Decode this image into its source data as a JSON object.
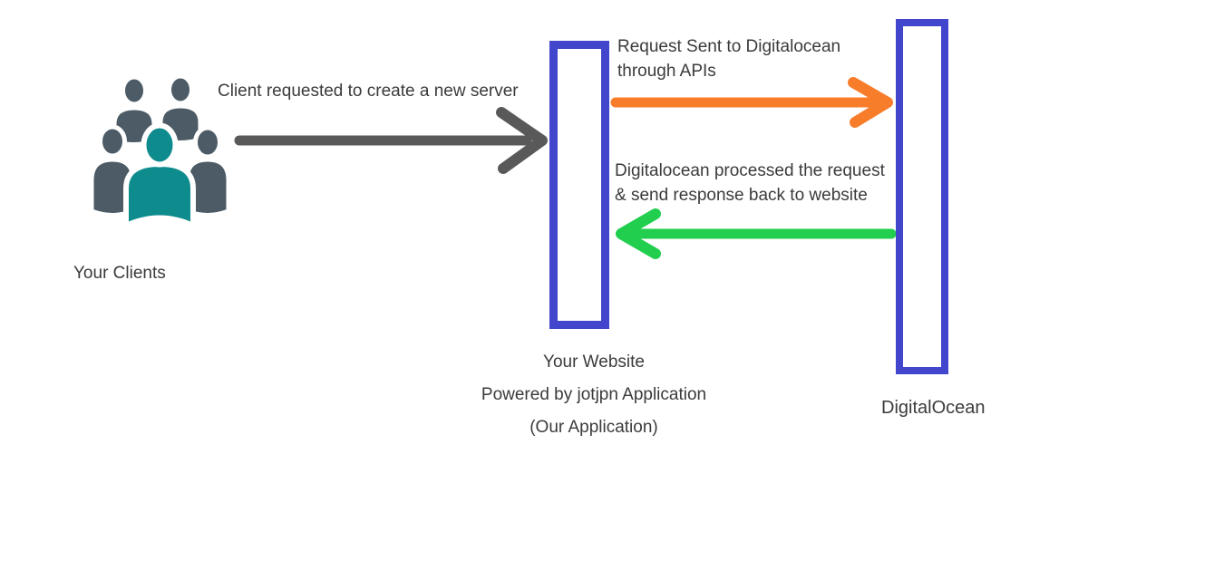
{
  "canvas": {
    "background": "#ffffff",
    "text_color": "#3b3b3b"
  },
  "clients": {
    "label": "Your Clients",
    "icon_teal": "#0d8b8d",
    "icon_gray": "#4c5b66"
  },
  "client_request_arrow": {
    "label": "Client requested to create a new server",
    "color": "#595959"
  },
  "website": {
    "caption_line1": "Your Website",
    "caption_line2": "Powered by jotjpn Application",
    "caption_line3": "(Our Application)",
    "border_color": "#4146cd"
  },
  "api_request_arrow": {
    "label_line1": "Request Sent to Digitalocean",
    "label_line2": "through APIs",
    "color": "#f87d2b"
  },
  "api_response_arrow": {
    "label_line1": "Digitalocean processed the request",
    "label_line2": "& send response back to website",
    "color": "#21ce4d"
  },
  "digitalocean": {
    "label": "DigitalOcean",
    "border_color": "#4146cd"
  }
}
